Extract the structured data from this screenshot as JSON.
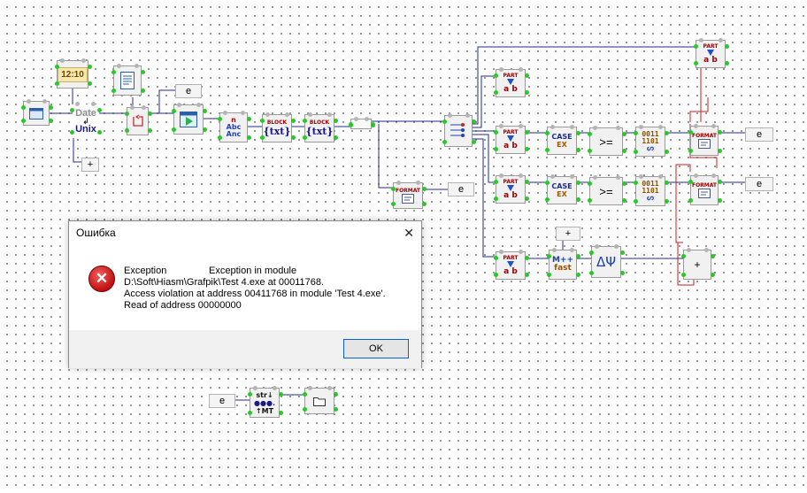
{
  "canvas": {
    "labels": {
      "e": "e",
      "plus": "+"
    },
    "components": {
      "clock": "12:10",
      "date_top": "Date",
      "date_arrow": "↲",
      "date_bottom": "Unix",
      "block": "BLOCK",
      "txt": "{txt}",
      "part": "PART",
      "part_ab": "a  b",
      "format": "FORMAT",
      "case": "CASE",
      "case_ex": "EX",
      "ge": ">=",
      "bits_top": "0011",
      "bits_bottom": "1101",
      "bits_sym": "ᔕ",
      "abc_n": "n",
      "abc_1": "Abc",
      "abc_2": "Anc",
      "fast_1": "M++",
      "fast_2": "fast",
      "dpsi": "ΔΨ",
      "str_1": "str↓",
      "str_2": "●●●.",
      "str_3": "↑MT"
    },
    "icons": [
      "window-icon",
      "document-icon",
      "loop-icon",
      "play-icon",
      "splitter-icon",
      "folder-icon"
    ]
  },
  "dialog": {
    "title": "Ошибка",
    "close_glyph": "✕",
    "message": {
      "col1": "Exception",
      "col2": "Exception in module",
      "line2": "D:\\Soft\\Hiasm\\Grafpik\\Test 4.exe at 00011768.",
      "line3": "Access violation at address 00411768 in module 'Test 4.exe'.",
      "line4": "Read of address 00000000"
    },
    "ok_label": "OK",
    "icon": "error-icon"
  },
  "colors": {
    "wire": "#1e2a8c",
    "wire_red": "#d01818",
    "pin": "#28c828",
    "dialog_footer": "#f0f0f0",
    "ok_border": "#0a5fd6"
  }
}
